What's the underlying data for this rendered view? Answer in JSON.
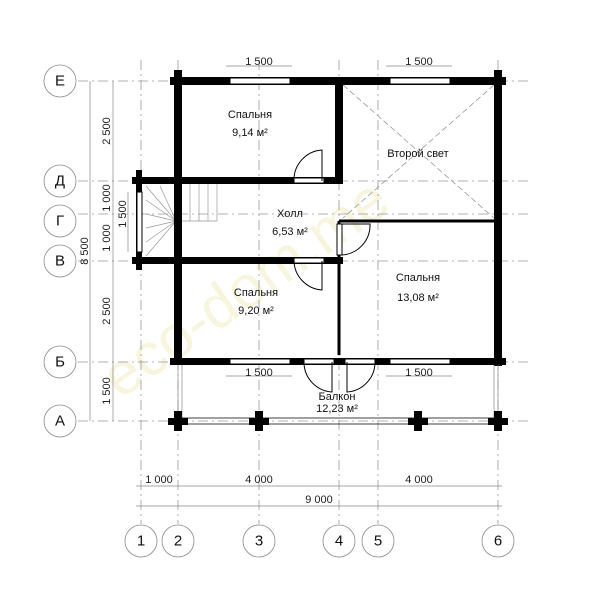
{
  "rooms": {
    "bedroom1": {
      "name": "Спальня",
      "area": "9,14 м²"
    },
    "second_light": {
      "name": "Второй свет"
    },
    "hall": {
      "name": "Холл",
      "area": "6,53 м²"
    },
    "bedroom2": {
      "name": "Спальня",
      "area": "9,20 м²"
    },
    "bedroom3": {
      "name": "Спальня",
      "area": "13,08 м²"
    },
    "balcony": {
      "name": "Балкон",
      "area": "12,23 м²"
    }
  },
  "row_axes": [
    "Е",
    "Д",
    "Г",
    "В",
    "Б",
    "А"
  ],
  "column_axes": [
    "1",
    "2",
    "3",
    "4",
    "5",
    "6"
  ],
  "dimensions": {
    "windows_top": [
      "1 500",
      "1 500"
    ],
    "windows_bottom": [
      "1 500",
      "1 500"
    ],
    "left_chain": [
      "2 500",
      "1 000",
      "1 000",
      "2 500",
      "1 500"
    ],
    "stair_window": "1 500",
    "left_total": "8 500",
    "bottom_chain": [
      "1 000",
      "4 000",
      "4 000"
    ],
    "bottom_total": "9 000"
  },
  "watermark": "eco-dom.me"
}
